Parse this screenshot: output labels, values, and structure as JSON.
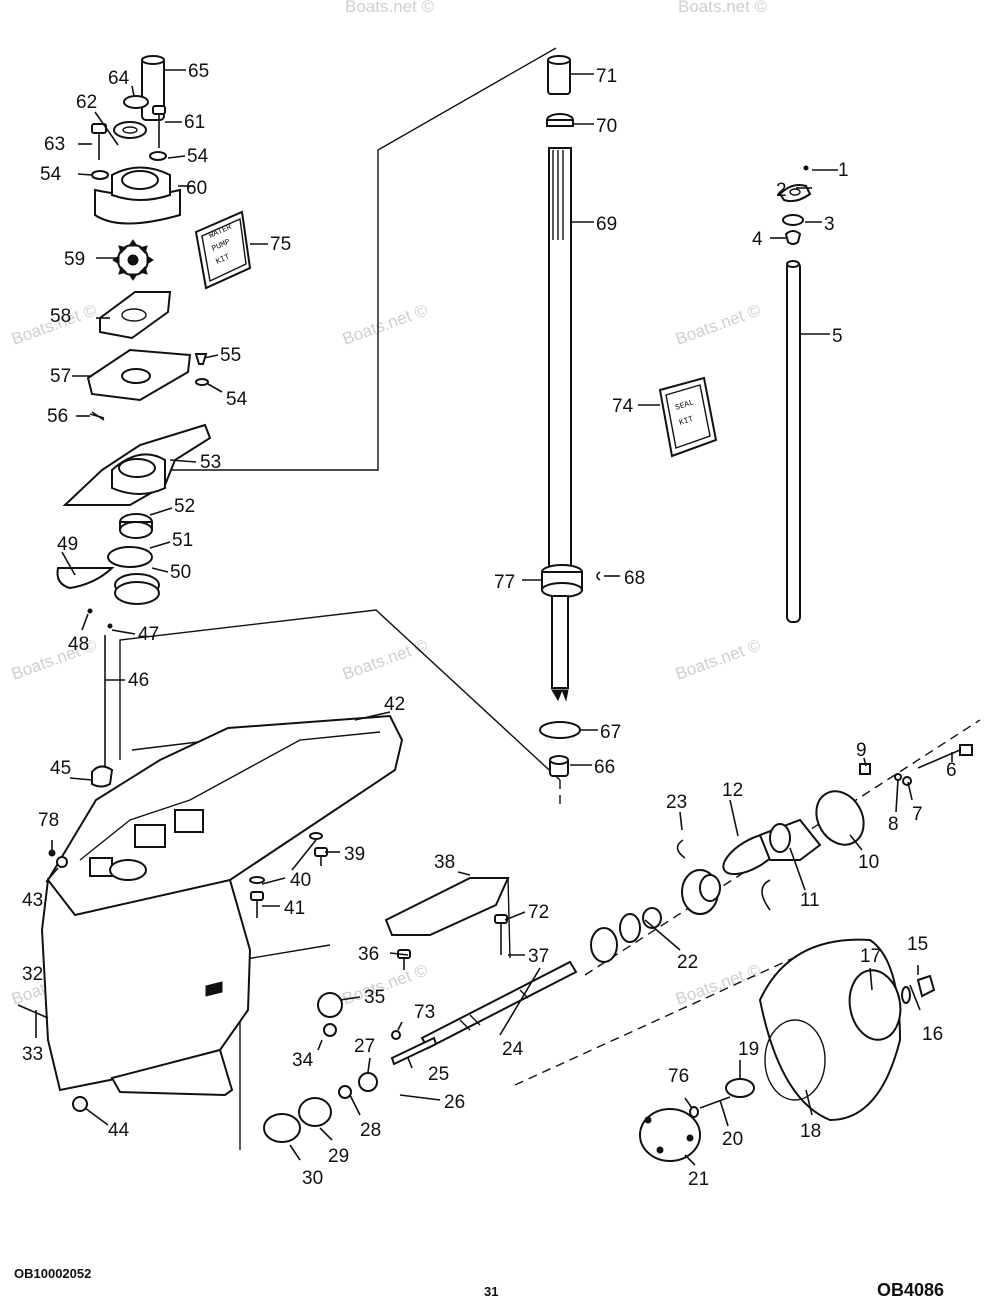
{
  "diagram": {
    "part_numbers": [
      "1",
      "2",
      "3",
      "4",
      "5",
      "6",
      "7",
      "8",
      "9",
      "10",
      "11",
      "12",
      "15",
      "16",
      "17",
      "18",
      "19",
      "20",
      "21",
      "22",
      "23",
      "24",
      "25",
      "26",
      "27",
      "28",
      "29",
      "30",
      "32",
      "33",
      "34",
      "35",
      "36",
      "37",
      "38",
      "39",
      "40",
      "41",
      "42",
      "43",
      "44",
      "45",
      "46",
      "47",
      "48",
      "49",
      "50",
      "51",
      "52",
      "53",
      "54",
      "55",
      "56",
      "57",
      "58",
      "59",
      "60",
      "61",
      "62",
      "63",
      "64",
      "65",
      "66",
      "67",
      "68",
      "69",
      "70",
      "71",
      "72",
      "73",
      "74",
      "75",
      "76",
      "77",
      "78"
    ],
    "kits": {
      "water_pump_kit": [
        "WATER",
        "PUMP",
        "KIT"
      ],
      "seal_kit": [
        "SEAL",
        "KIT"
      ]
    },
    "watermarks": [
      "Boats.net ©",
      "Boats.net ©",
      "Boats.net ©",
      "Boats.net ©",
      "Boats.net ©",
      "Boats.net ©",
      "Boats.net ©",
      "Boats.net ©",
      "Boats.net ©",
      "Boats.net ©",
      "Boats.net ©"
    ],
    "footer": {
      "left_code": "OB10002052",
      "page_number": "31",
      "right_code": "OB4086"
    }
  }
}
